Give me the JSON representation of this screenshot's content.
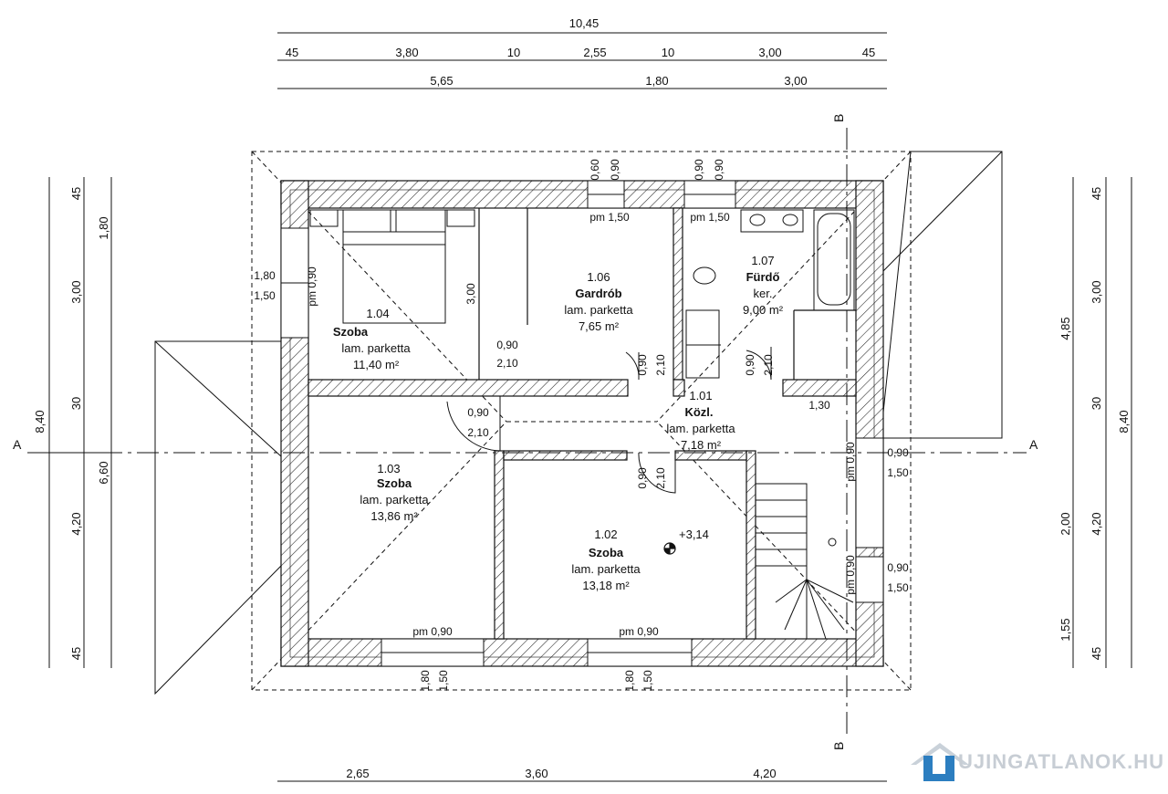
{
  "top_dims": {
    "overall": "10,45",
    "row1": [
      "45",
      "3,80",
      "10",
      "2,55",
      "10",
      "3,00",
      "45"
    ],
    "row2": [
      "5,65",
      "1,80",
      "3,00"
    ]
  },
  "bottom_dims": [
    "2,65",
    "3,60",
    "4,20"
  ],
  "left_dims": {
    "outer": "8,40",
    "middle": "6,60",
    "inner": [
      "45",
      "3,00",
      "30",
      "4,20",
      "45"
    ],
    "top_inner": "1,80"
  },
  "right_dims": {
    "outer": "8,40",
    "middle": [
      "4,85",
      "2,00",
      "1,55"
    ],
    "inner": [
      "45",
      "3,00",
      "30",
      "4,20",
      "45"
    ]
  },
  "section_marks": {
    "a": "A",
    "b": "B"
  },
  "rooms": {
    "r104": {
      "num": "1.04",
      "name": "Szoba",
      "floor": "lam. parketta",
      "area": "11,40 m²"
    },
    "r106": {
      "num": "1.06",
      "name": "Gardrób",
      "floor": "lam. parketta",
      "area": "7,65 m²"
    },
    "r107": {
      "num": "1.07",
      "name": "Fürdő",
      "floor": "ker.",
      "area": "9,00 m²"
    },
    "r101": {
      "num": "1.01",
      "name": "Közl.",
      "floor": "lam. parketta",
      "area": "7,18 m²"
    },
    "r103": {
      "num": "1.03",
      "name": "Szoba",
      "floor": "lam. parketta",
      "area": "13,86 m²"
    },
    "r102": {
      "num": "1.02",
      "name": "Szoba",
      "floor": "lam. parketta",
      "area": "13,18 m²"
    }
  },
  "openings": {
    "pm150": "pm 1,50",
    "pm090": "pm 0,90",
    "w060": "0,60",
    "w090": "0,90",
    "w180": "1,80",
    "w150": "1,50",
    "d090": "0,90",
    "d210": "2,10",
    "w130": "1,30",
    "w300": "3,00"
  },
  "level_mark": "+3,14",
  "watermark": "UJINGATLANOK.HU"
}
